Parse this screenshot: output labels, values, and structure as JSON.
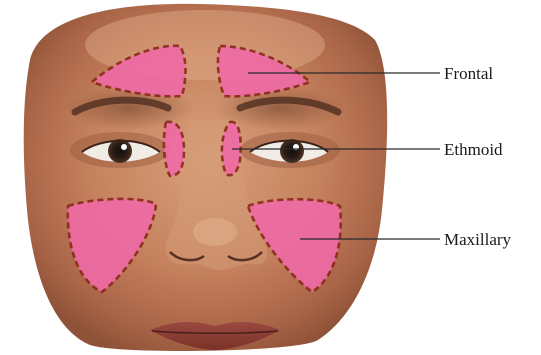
{
  "labels": {
    "frontal": "Frontal",
    "ethmoid": "Ethmoid",
    "maxillary": "Maxillary"
  },
  "colors": {
    "sinus_fill": "#f06aa6",
    "sinus_outline": "#8a2a18",
    "skin": "#c98a68"
  }
}
